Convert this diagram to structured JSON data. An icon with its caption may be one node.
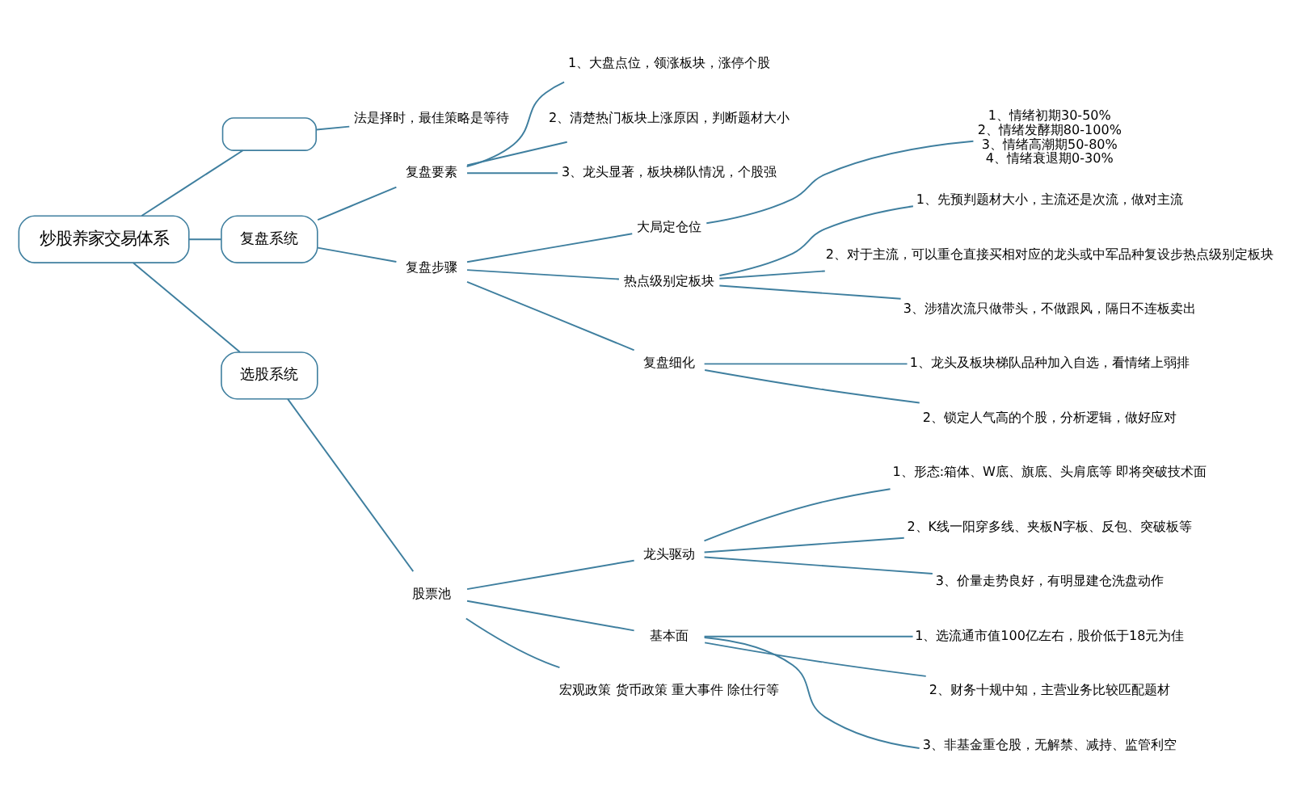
{
  "diagram": {
    "nodes": [
      {
        "text": [
          "炒股养家交易体系"
        ]
      },
      {
        "text": [],
        "shape": "box"
      },
      {
        "text": [
          "法是择时，最佳策略是等待"
        ]
      },
      {
        "text": [
          "复盘系统"
        ]
      },
      {
        "text": [
          "复盘要素"
        ]
      },
      {
        "text": [
          "1、大盘点位，领涨板块，涨停个股"
        ]
      },
      {
        "text": [
          "2、清楚热门板块上涨原因，判断题材大小"
        ]
      },
      {
        "text": [
          "3、龙头显著，板块梯队情况，个股强"
        ]
      },
      {
        "text": [
          "复盘步骤"
        ]
      },
      {
        "text": [
          "大局定仓位"
        ]
      },
      {
        "text": [
          "1、情绪初期30-50%",
          "2、情绪发酵期80-100%",
          "3、情绪高潮期50-80%",
          "4、情绪衰退期0-30%"
        ]
      },
      {
        "text": [
          "热点级别定板块"
        ]
      },
      {
        "text": [
          "1、先预判题材大小，主流还是次流，做对主流"
        ]
      },
      {
        "text": [
          "2、对于主流，可以重仓直接买相对应的龙头或中军品种复设步热点级别定板块"
        ]
      },
      {
        "text": [
          "3、涉猎次流只做带头，不做跟风，隔日不连板卖出"
        ]
      },
      {
        "text": [
          "复盘细化"
        ]
      },
      {
        "text": [
          "1、龙头及板块梯队品种加入自选，看情绪上弱排"
        ]
      },
      {
        "text": [
          "2、锁定人气高的个股，分析逻辑，做好应对"
        ]
      },
      {
        "text": [
          "选股系统"
        ]
      },
      {
        "text": [
          "股票池"
        ]
      },
      {
        "text": [
          "龙头驱动"
        ]
      },
      {
        "text": [
          "1、形态:箱体、W底、旗底、头肩底等 即将突破技术面"
        ]
      },
      {
        "text": [
          "2、K线一阳穿多线、夹板N字板、反包、突破板等"
        ]
      },
      {
        "text": [
          "3、价量走势良好，有明显建仓洗盘动作"
        ]
      },
      {
        "text": [
          "基本面"
        ]
      },
      {
        "text": [
          "1、选流通市值100亿左右，股价低于18元为佳"
        ]
      },
      {
        "text": [
          "2、财务十规中知，主营业务比较匹配题材"
        ]
      },
      {
        "text": [
          "3、非基金重仓股，无解禁、减持、监管利空"
        ]
      },
      {
        "text": [
          "宏观政策 货币政策 重大事件 除仕行等"
        ]
      }
    ],
    "edges": [
      {
        "from": 0,
        "to": 1,
        "arrow": "none"
      },
      {
        "from": 1,
        "to": 2,
        "arrow": "none"
      },
      {
        "from": 0,
        "to": 3,
        "arrow": "none"
      },
      {
        "from": 3,
        "to": 4,
        "arrow": "none"
      },
      {
        "from": 4,
        "to": 5,
        "arrow": "none"
      },
      {
        "from": 4,
        "to": 6,
        "arrow": "none"
      },
      {
        "from": 4,
        "to": 7,
        "arrow": "none"
      },
      {
        "from": 3,
        "to": 8,
        "arrow": "none"
      },
      {
        "from": 8,
        "to": 9,
        "arrow": "none"
      },
      {
        "from": 9,
        "to": 10,
        "arrow": "none"
      },
      {
        "from": 8,
        "to": 11,
        "arrow": "none"
      },
      {
        "from": 11,
        "to": 12,
        "arrow": "none"
      },
      {
        "from": 11,
        "to": 13,
        "arrow": "none"
      },
      {
        "from": 11,
        "to": 14,
        "arrow": "none"
      },
      {
        "from": 8,
        "to": 15,
        "arrow": "none"
      },
      {
        "from": 15,
        "to": 16,
        "arrow": "none"
      },
      {
        "from": 15,
        "to": 17,
        "arrow": "none"
      },
      {
        "from": 0,
        "to": 18,
        "arrow": "none"
      },
      {
        "from": 18,
        "to": 19,
        "arrow": "none"
      },
      {
        "from": 19,
        "to": 20,
        "arrow": "none"
      },
      {
        "from": 20,
        "to": 21,
        "arrow": "none"
      },
      {
        "from": 20,
        "to": 22,
        "arrow": "none"
      },
      {
        "from": 20,
        "to": 23,
        "arrow": "none"
      },
      {
        "from": 19,
        "to": 24,
        "arrow": "none"
      },
      {
        "from": 24,
        "to": 25,
        "arrow": "none"
      },
      {
        "from": 24,
        "to": 26,
        "arrow": "none"
      },
      {
        "from": 24,
        "to": 27,
        "arrow": "none"
      },
      {
        "from": 19,
        "to": 28,
        "arrow": "none"
      }
    ]
  }
}
